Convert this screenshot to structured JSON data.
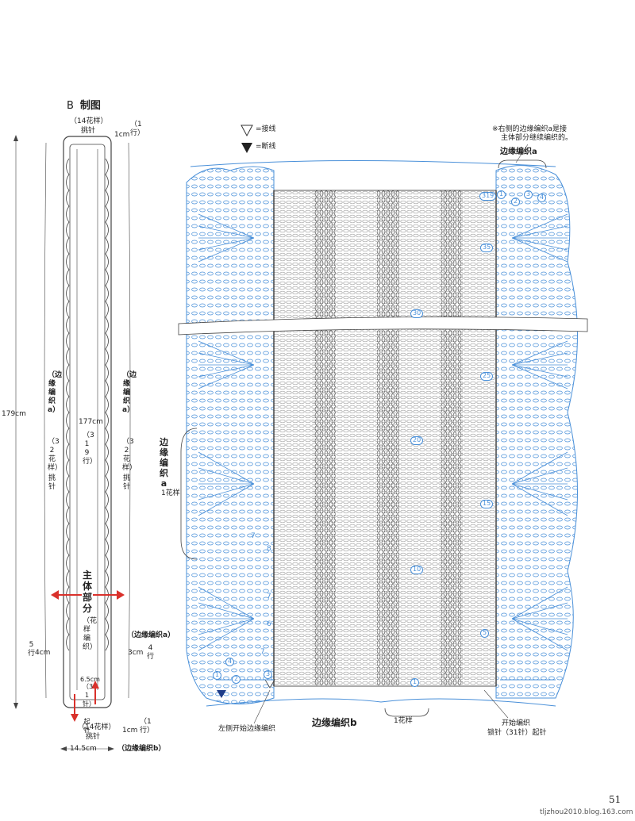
{
  "title": {
    "letter": "B",
    "text": "制图"
  },
  "schematic": {
    "top_count": "（14花样）",
    "top_pick": "挑针",
    "top_1cm": "1cm",
    "top_1row": "（1行）",
    "height_179": "179cm",
    "edge_a_left": "（边缘编织a）",
    "edge_a_left_count": "（32花样）",
    "edge_a_left_pick": "挑针",
    "edge_a_right": "（边缘编织a）",
    "edge_a_right_count": "（32花样）",
    "edge_a_right_pick": "挑针",
    "center_177": "177cm",
    "center_rows": "（319行）",
    "main_part": "主体部分",
    "main_pattern": "（花样编织）",
    "edge_a_label": "（边缘编织a）",
    "left_5row": "5行",
    "left_4cm": "4cm",
    "right_3cm": "3cm",
    "right_4row": "4行",
    "bottom_65": "6.5cm",
    "bottom_31": "（31针）",
    "bottom_start": "起针",
    "bottom_count": "（14花样）",
    "bottom_pick": "挑针",
    "bottom_1cm": "1cm",
    "bottom_1row": "（1行）",
    "width_145": "14.5cm",
    "edge_b_label": "（边缘编织b）"
  },
  "legend": {
    "join_symbol": "▽",
    "join_text": "=接线",
    "cut_symbol": "▼",
    "cut_text": "=断线"
  },
  "note": {
    "line1": "※右侧的边缘编织a是接",
    "line2": "主体部分继续编织的。"
  },
  "diagram": {
    "edge_a_top": "边缘编织a",
    "edge_a_side": "边缘编织a",
    "one_pattern_side": "1花样",
    "left_start": "左侧开始边缘编织",
    "edge_b": "边缘编织b",
    "one_pattern_bottom": "1花样",
    "start_line1": "开始编织",
    "start_line2": "锁针（31针）起针",
    "row_numbers": [
      "319",
      "35",
      "30",
      "25",
      "20",
      "15",
      "10",
      "5",
      "1"
    ],
    "edge_a_rows": [
      "1",
      "2",
      "3",
      "4"
    ],
    "edge_a_rows_left": [
      "1",
      "2",
      "3",
      "4"
    ],
    "side_counts": [
      "7",
      "8",
      "7",
      "6",
      "7"
    ],
    "colors": {
      "main": "#444444",
      "edge": "#4a90d9"
    }
  },
  "page": {
    "number": "51",
    "site": "tljzhou2010.blog.163.com"
  },
  "colors": {
    "arrow": "#d9312b"
  }
}
